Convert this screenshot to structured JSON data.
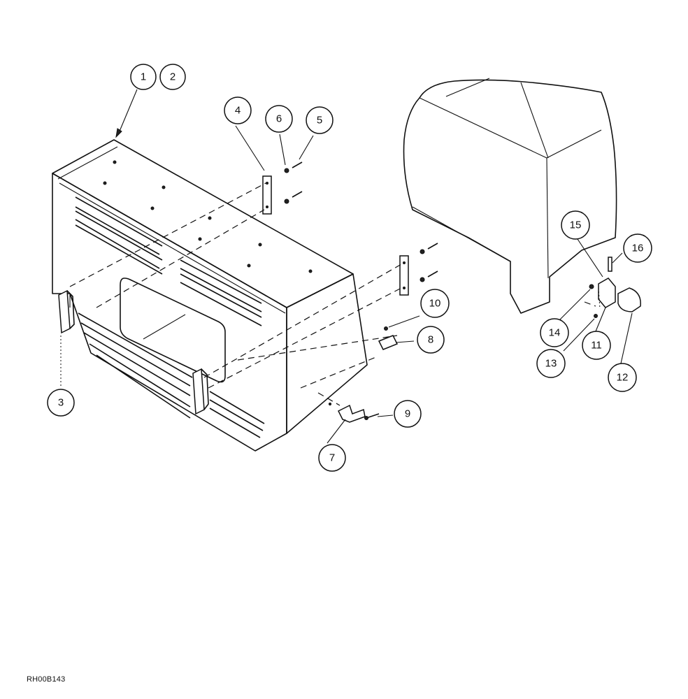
{
  "callouts": [
    "1",
    "2",
    "3",
    "4",
    "5",
    "6",
    "7",
    "8",
    "9",
    "10",
    "11",
    "12",
    "13",
    "14",
    "15",
    "16"
  ],
  "drawing_code": "RH00B143"
}
